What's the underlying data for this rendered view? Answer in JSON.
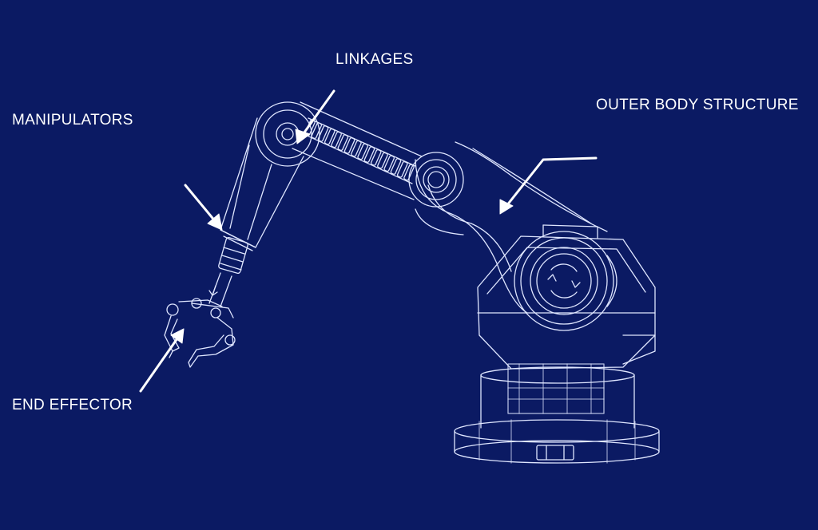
{
  "labels": {
    "linkages": "LINKAGES",
    "manipulators": "MANIPULATORS",
    "outer_body_structure": "OUTER BODY STRUCTURE",
    "end_effector": "END EFFECTOR"
  },
  "colors": {
    "background": "#0b1a63",
    "line": "#ffffff"
  }
}
